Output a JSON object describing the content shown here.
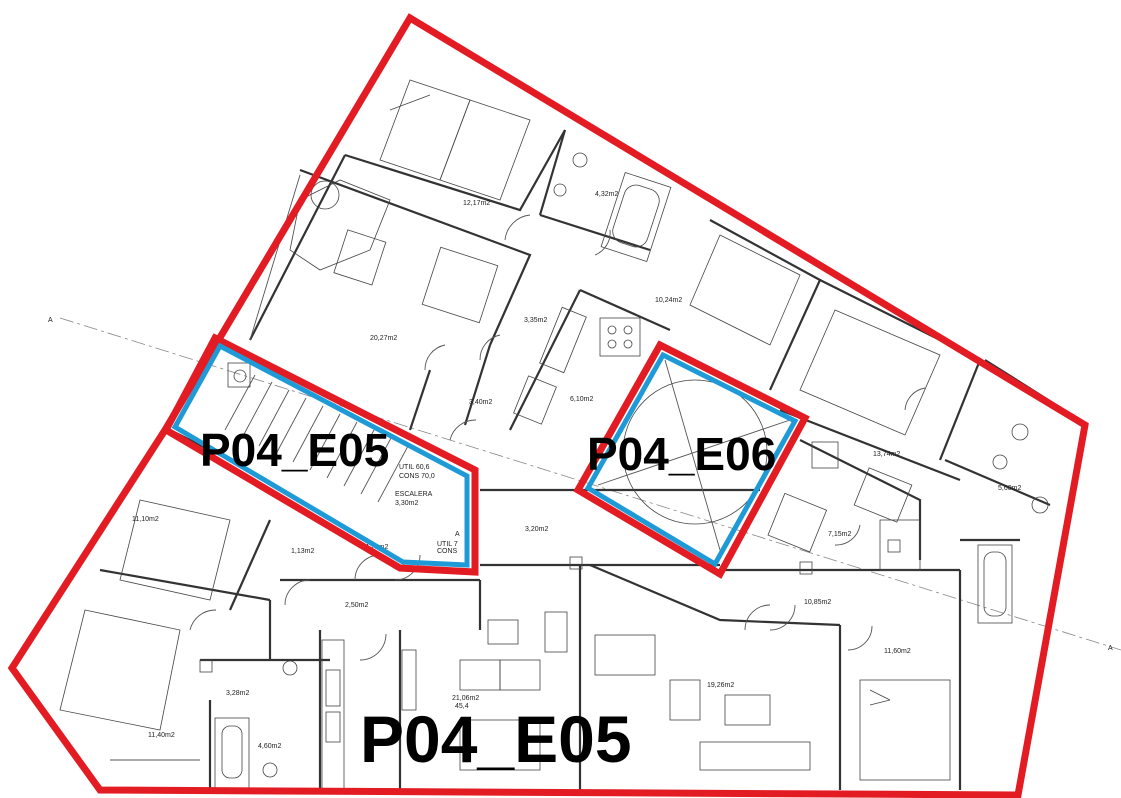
{
  "labels": {
    "unit_e05_top": "P04_E05",
    "unit_e06": "P04_E06",
    "unit_e05_bottom": "P04_E05",
    "section_a_left": "A",
    "section_a_right": "A",
    "section_a_mid": "A"
  },
  "rooms": {
    "r_1217": "12,17m2",
    "r_432": "4,32m2",
    "r_1024": "10,24m2",
    "r_2027": "20,27m2",
    "r_335": "3,35m2",
    "r_340": "3,40m2",
    "r_610": "6,10m2",
    "r_1374": "13,74m2",
    "r_560": "5,60m2",
    "r_1110": "11,10m2",
    "r_113": "1,13m2",
    "r_320": "3,20m2",
    "r_715": "7,15m2",
    "r_250": "2,50m2",
    "r_1085": "10,85m2",
    "r_1160": "11,60m2",
    "r_328": "3,28m2",
    "r_2106": "21,06m2",
    "r_1926": "19,26m2",
    "r_1140": "11,40m2",
    "r_460": "4,60m2",
    "r_478": "4,78m2"
  },
  "notes": {
    "util_1": "UTIL 60,6",
    "util_2": "CONS 70,0",
    "escalera": "ESCALERA",
    "escalera_area": "3,30m2",
    "util_3": "UTIL 7",
    "util_4": "CONS",
    "area_45": "45,4"
  },
  "colors": {
    "outline": "#e31b23",
    "highlight": "#1e9ad6",
    "lines": "#333333"
  }
}
